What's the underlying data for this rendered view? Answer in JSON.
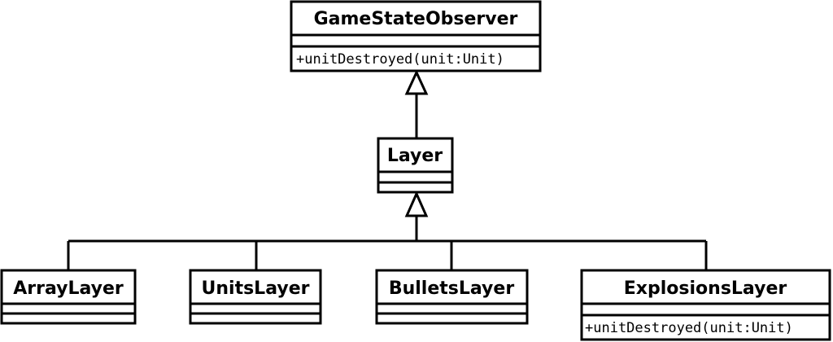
{
  "diagram": {
    "classes": [
      {
        "id": "game-state-observer",
        "name": "GameStateObserver",
        "operations": [
          "+unitDestroyed(unit:Unit)"
        ]
      },
      {
        "id": "layer",
        "name": "Layer",
        "operations": []
      },
      {
        "id": "array-layer",
        "name": "ArrayLayer",
        "operations": []
      },
      {
        "id": "units-layer",
        "name": "UnitsLayer",
        "operations": []
      },
      {
        "id": "bullets-layer",
        "name": "BulletsLayer",
        "operations": []
      },
      {
        "id": "explosions-layer",
        "name": "ExplosionsLayer",
        "operations": [
          "+unitDestroyed(unit:Unit)"
        ]
      }
    ],
    "relations": [
      {
        "type": "generalization",
        "from": "layer",
        "to": "game-state-observer"
      },
      {
        "type": "generalization",
        "from": "array-layer",
        "to": "layer"
      },
      {
        "type": "generalization",
        "from": "units-layer",
        "to": "layer"
      },
      {
        "type": "generalization",
        "from": "bullets-layer",
        "to": "layer"
      },
      {
        "type": "generalization",
        "from": "explosions-layer",
        "to": "layer"
      }
    ],
    "colors": {
      "stroke": "#000000",
      "fill": "#ffffff"
    }
  }
}
